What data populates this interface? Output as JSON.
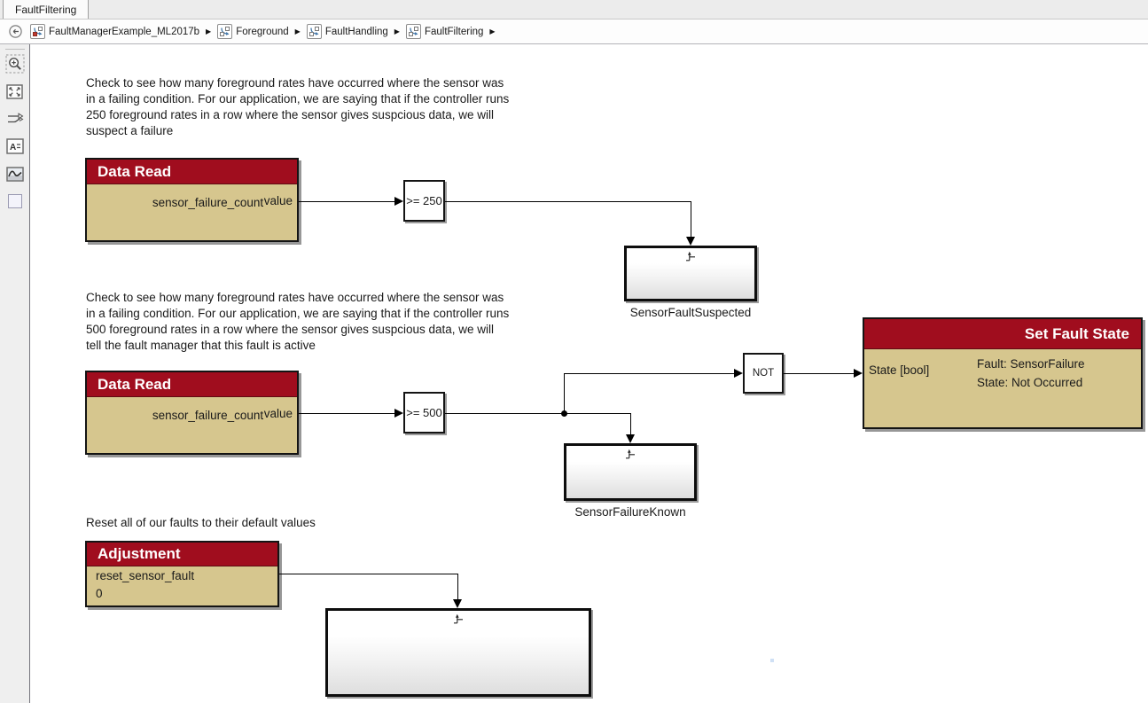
{
  "colors": {
    "header_red": "#A00D1E",
    "body_tan": "#D6C68E",
    "chrome_bg": "#EFEFEF"
  },
  "tabbar": {
    "active_tab": "FaultFiltering"
  },
  "breadcrumb": {
    "back_icon": "back-arrow-icon",
    "items": [
      {
        "label": "FaultManagerExample_ML2017b",
        "icon": "model-icon"
      },
      {
        "label": "Foreground",
        "icon": "subsystem-icon"
      },
      {
        "label": "FaultHandling",
        "icon": "subsystem-icon"
      },
      {
        "label": "FaultFiltering",
        "icon": "subsystem-icon"
      }
    ]
  },
  "toolbar": {
    "icons": [
      "zoom-in-icon",
      "fit-to-view-icon",
      "signal-routing-icon",
      "annotation-icon",
      "scope-image-icon",
      "viewport-box-icon"
    ]
  },
  "canvas": {
    "annotations": [
      {
        "lines": [
          "Check to see how many foreground rates have occurred where the sensor was",
          "in a failing condition. For our application, we are saying that if the controller runs",
          "250 foreground rates in a row where the sensor gives suspcious data, we will",
          "suspect a failure"
        ]
      },
      {
        "lines": [
          "Check to see how many foreground rates have occurred where the sensor was",
          "in a failing condition. For our application, we are saying that if the controller runs",
          "500 foreground rates in a row where the sensor gives suspcious data, we will",
          "tell the fault manager that this fault is active"
        ]
      },
      {
        "lines": [
          "Reset all of our faults to their default values"
        ]
      }
    ],
    "blocks": {
      "data_read_1": {
        "title": "Data Read",
        "signal": "sensor_failure_count",
        "port": "value"
      },
      "compare_250": {
        "label": ">= 250"
      },
      "subsystem_fault_suspected": {
        "label": "SensorFaultSuspected"
      },
      "data_read_2": {
        "title": "Data Read",
        "signal": "sensor_failure_count",
        "port": "value"
      },
      "compare_500": {
        "label": ">= 500"
      },
      "not": {
        "label": "NOT"
      },
      "set_fault_state": {
        "title": "Set Fault State",
        "port": "State [bool]",
        "detail_line1": "Fault: SensorFailure",
        "detail_line2": "State: Not Occurred"
      },
      "subsystem_failure_known": {
        "label": "SensorFailureKnown"
      },
      "adjustment": {
        "title": "Adjustment",
        "signal": "reset_sensor_fault",
        "value": "0"
      }
    }
  }
}
